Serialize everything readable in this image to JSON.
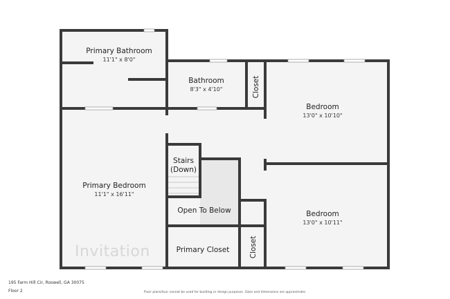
{
  "rooms": {
    "primary_bathroom": {
      "name": "Primary Bathroom",
      "dim": "11'1\" x 8'0\""
    },
    "bathroom": {
      "name": "Bathroom",
      "dim": "8'3\" x 4'10\""
    },
    "closet_top": {
      "name": "Closet"
    },
    "bedroom_top": {
      "name": "Bedroom",
      "dim": "13'0\" x 10'10\""
    },
    "stairs": {
      "line1": "Stairs",
      "line2": "(Down)"
    },
    "primary_bedroom": {
      "name": "Primary Bedroom",
      "dim": "11'1\" x 16'11\""
    },
    "open_to_below": {
      "name": "Open To Below"
    },
    "bedroom_bottom": {
      "name": "Bedroom",
      "dim": "13'0\" x 10'11\""
    },
    "primary_closet": {
      "name": "Primary Closet"
    },
    "closet_bottom": {
      "name": "Closet"
    }
  },
  "footer": {
    "address": "195 Farm Hill Cir, Roswell, GA 30075",
    "floor": "Floor 2",
    "disclaimer": "Floor plans/tour cannot be used for building or design purposes. Sizes and dimensions are approximate."
  },
  "watermark": {
    "text": "Invitation"
  },
  "colors": {
    "wall": "#3a3a3a",
    "floor": "#f4f4f4",
    "open": "#e8e8e8"
  }
}
